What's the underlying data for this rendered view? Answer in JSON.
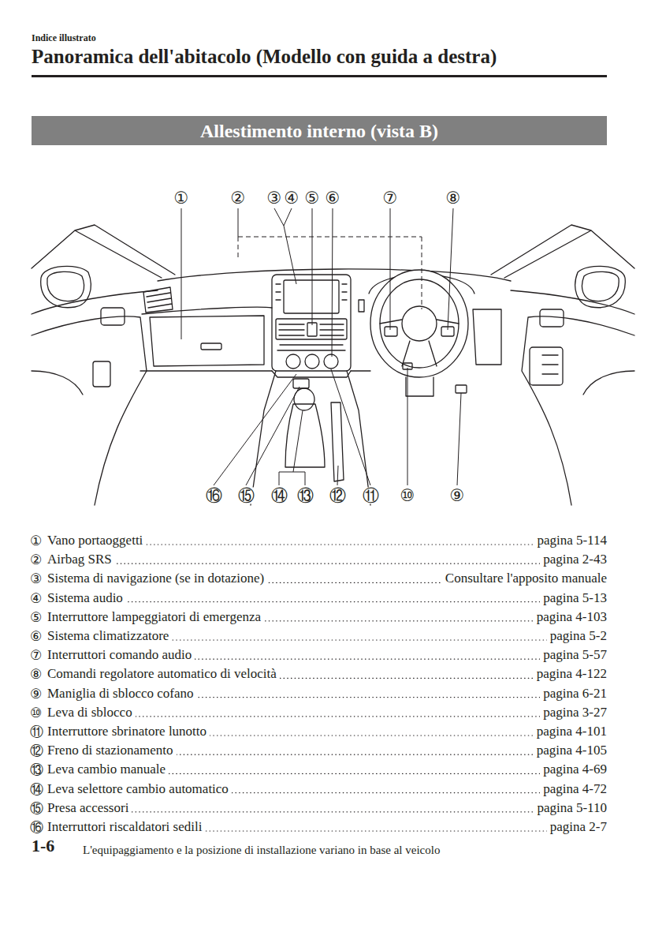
{
  "diagram": {
    "title": "Panoramica dell'abitacolo (Modello con guida a destra)",
    "nodes": [
      {
        "text": [
          "Allestimento interno (vista B)"
        ]
      }
    ],
    "labels": [
      "Indice illustrato",
      "①",
      "②",
      "③",
      "④",
      "⑤",
      "⑥",
      "⑦",
      "⑧",
      "⑯",
      "⑮",
      "⑭",
      "⑬",
      "⑫",
      "⑪",
      "⑩",
      "⑨",
      "①",
      "Vano portaoggetti",
      "pagina 5-114",
      "②",
      "Airbag SRS",
      "pagina 2-43",
      "③",
      "Sistema di navigazione (se in dotazione)",
      "Consultare l'apposito manuale",
      "④",
      "Sistema audio",
      "pagina 5-13",
      "⑤",
      "Interruttore lampeggiatori di emergenza",
      "pagina 4-103",
      "⑥",
      "Sistema climatizzatore",
      "pagina 5-2",
      "⑦",
      "Interruttori comando audio",
      "pagina 5-57",
      "⑧",
      "Comandi regolatore automatico di velocità",
      "pagina 4-122",
      "⑨",
      "Maniglia di sblocco cofano",
      "pagina 6-21",
      "⑩",
      "Leva di sblocco",
      "pagina 3-27",
      "⑪",
      "Interruttore sbrinatore lunotto",
      "pagina 4-101",
      "⑫",
      "Freno di stazionamento",
      "pagina 4-105",
      "⑬",
      "Leva cambio manuale",
      "pagina 4-69",
      "⑭",
      "Leva selettore cambio automatico",
      "pagina 4-72",
      "⑮",
      "Presa accessori",
      "pagina 5-110",
      "⑯",
      "Interruttori riscaldatori sedili",
      "pagina 2-7",
      "1-6",
      "L'equipaggiamento e la posizione di installazione variano in base al veicolo"
    ]
  }
}
